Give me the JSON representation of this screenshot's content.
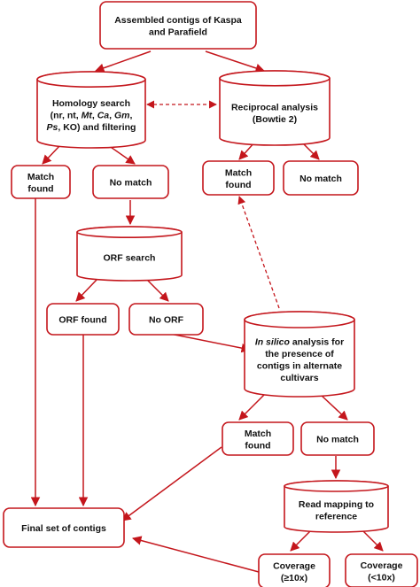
{
  "nodes": {
    "assembled": {
      "lines": [
        "Assembled contigs of Kaspa",
        "and Parafield"
      ]
    },
    "homology": {
      "lines": [
        [
          {
            "t": "Homology search"
          }
        ],
        [
          {
            "t": "(nr, nt, "
          },
          {
            "t": "Mt",
            "i": true
          },
          {
            "t": ", "
          },
          {
            "t": "Ca",
            "i": true
          },
          {
            "t": ", "
          },
          {
            "t": "Gm",
            "i": true
          },
          {
            "t": ","
          }
        ],
        [
          {
            "t": "Ps",
            "i": true
          },
          {
            "t": ", KO) and filtering"
          }
        ]
      ]
    },
    "reciprocal": {
      "lines": [
        "Reciprocal analysis",
        "(Bowtie 2)"
      ]
    },
    "match_found_1": {
      "lines": [
        "Match",
        "found"
      ]
    },
    "no_match_1": {
      "lines": [
        "No match"
      ]
    },
    "match_found_2": {
      "lines": [
        "Match",
        "found"
      ]
    },
    "no_match_2": {
      "lines": [
        "No match"
      ]
    },
    "orf_search": {
      "lines": [
        "ORF search"
      ]
    },
    "orf_found": {
      "lines": [
        "ORF found"
      ]
    },
    "no_orf": {
      "lines": [
        "No ORF"
      ]
    },
    "insilico": {
      "lines": [
        [
          {
            "t": "In silico",
            "i": true
          },
          {
            "t": " analysis for"
          }
        ],
        [
          {
            "t": "the presence of"
          }
        ],
        [
          {
            "t": "contigs in alternate"
          }
        ],
        [
          {
            "t": "cultivars"
          }
        ]
      ]
    },
    "match_found_3": {
      "lines": [
        "Match",
        "found"
      ]
    },
    "no_match_3": {
      "lines": [
        "No match"
      ]
    },
    "read_mapping": {
      "lines": [
        "Read mapping to",
        "reference"
      ]
    },
    "final": {
      "lines": [
        "Final set of contigs"
      ]
    },
    "coverage_high": {
      "lines": [
        "Coverage",
        "(≥10x)"
      ]
    },
    "coverage_low": {
      "lines": [
        "Coverage",
        "(<10x)"
      ]
    }
  },
  "colors": {
    "accent": "#c4161c",
    "text": "#111111"
  }
}
